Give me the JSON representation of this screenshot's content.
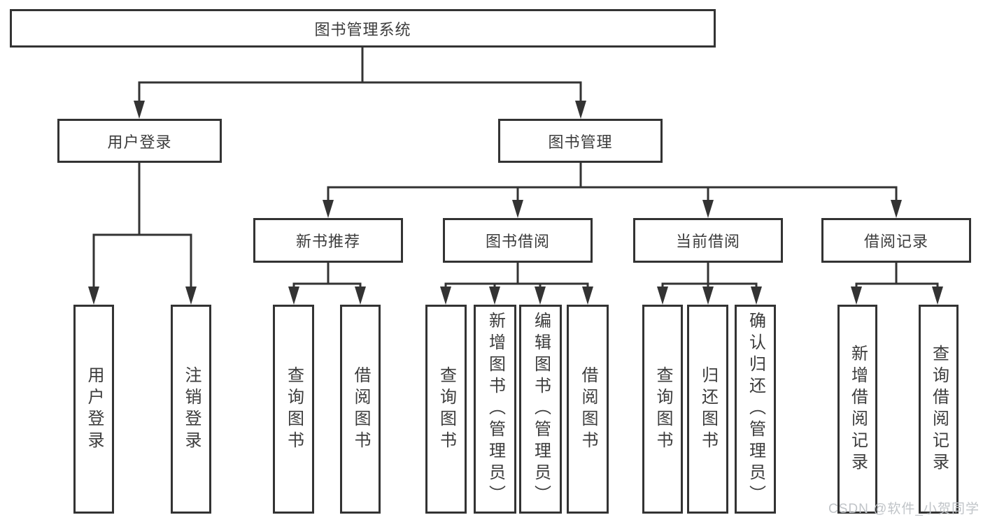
{
  "colors": {
    "line_color": "#333333",
    "text_color": "#3c3c3c",
    "watermark_color": "#c0c4c8",
    "background": "#ffffff"
  },
  "watermark": {
    "text": "CSDN @软件_小贺同学"
  },
  "tree": {
    "label": "图书管理系统",
    "children": [
      {
        "label": "用户登录",
        "children": [
          {
            "label": "用户登录"
          },
          {
            "label": "注销登录"
          }
        ]
      },
      {
        "label": "图书管理",
        "children": [
          {
            "label": "新书推荐",
            "children": [
              {
                "label": "查询图书"
              },
              {
                "label": "借阅图书"
              }
            ]
          },
          {
            "label": "图书借阅",
            "children": [
              {
                "label": "查询图书"
              },
              {
                "label": "新增图书（管理员）"
              },
              {
                "label": "编辑图书（管理员）"
              },
              {
                "label": "借阅图书"
              }
            ]
          },
          {
            "label": "当前借阅",
            "children": [
              {
                "label": "查询图书"
              },
              {
                "label": "归还图书"
              },
              {
                "label": "确认归还（管理员）"
              }
            ]
          },
          {
            "label": "借阅记录",
            "children": [
              {
                "label": "新增借阅记录"
              },
              {
                "label": "查询借阅记录"
              }
            ]
          }
        ]
      }
    ]
  }
}
